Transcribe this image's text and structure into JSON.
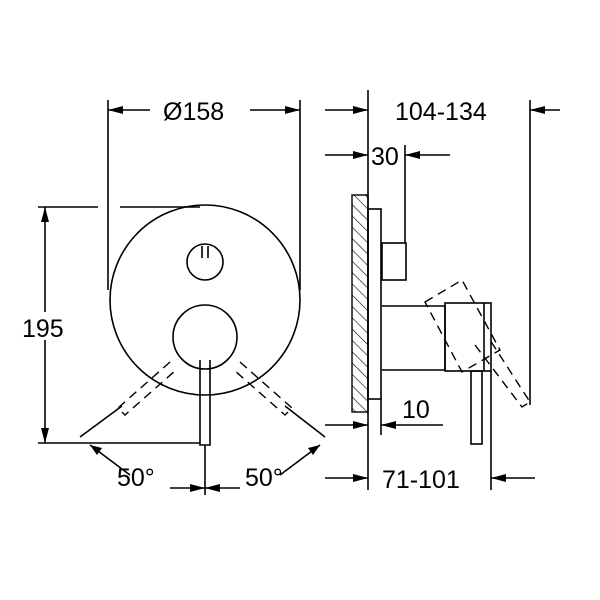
{
  "dimensions": {
    "diameter": "Ø158",
    "height": "195",
    "angle_left": "50°",
    "angle_right": "50°",
    "depth_total": "104-134",
    "knob_depth": "30",
    "plate_depth": "10",
    "handle_depth": "71-101"
  }
}
